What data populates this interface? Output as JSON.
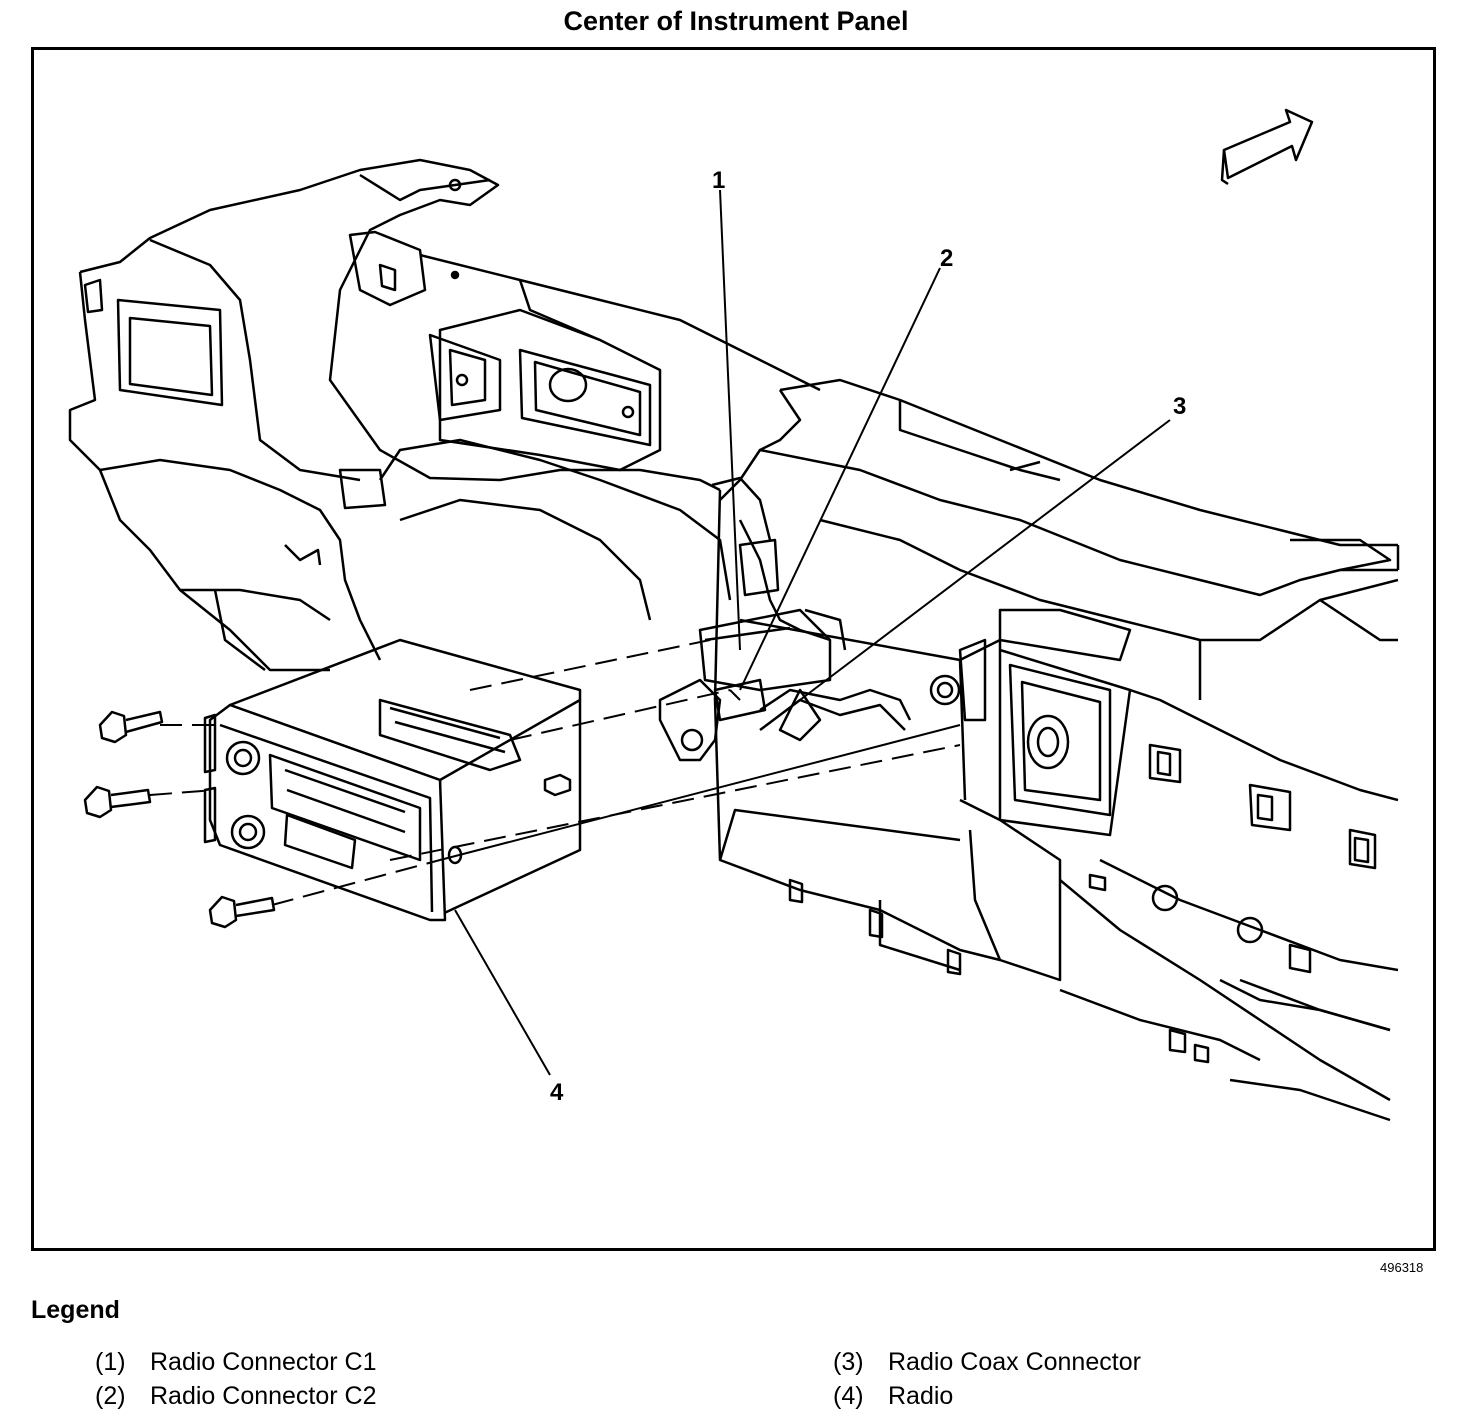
{
  "title": "Center of Instrument Panel",
  "figure_id": "496318",
  "callouts": [
    "1",
    "2",
    "3",
    "4"
  ],
  "legend": {
    "heading": "Legend",
    "items": [
      {
        "num": "(1)",
        "label": "Radio Connector C1"
      },
      {
        "num": "(2)",
        "label": "Radio Connector C2"
      },
      {
        "num": "(3)",
        "label": "Radio Coax Connector"
      },
      {
        "num": "(4)",
        "label": "Radio"
      }
    ]
  }
}
